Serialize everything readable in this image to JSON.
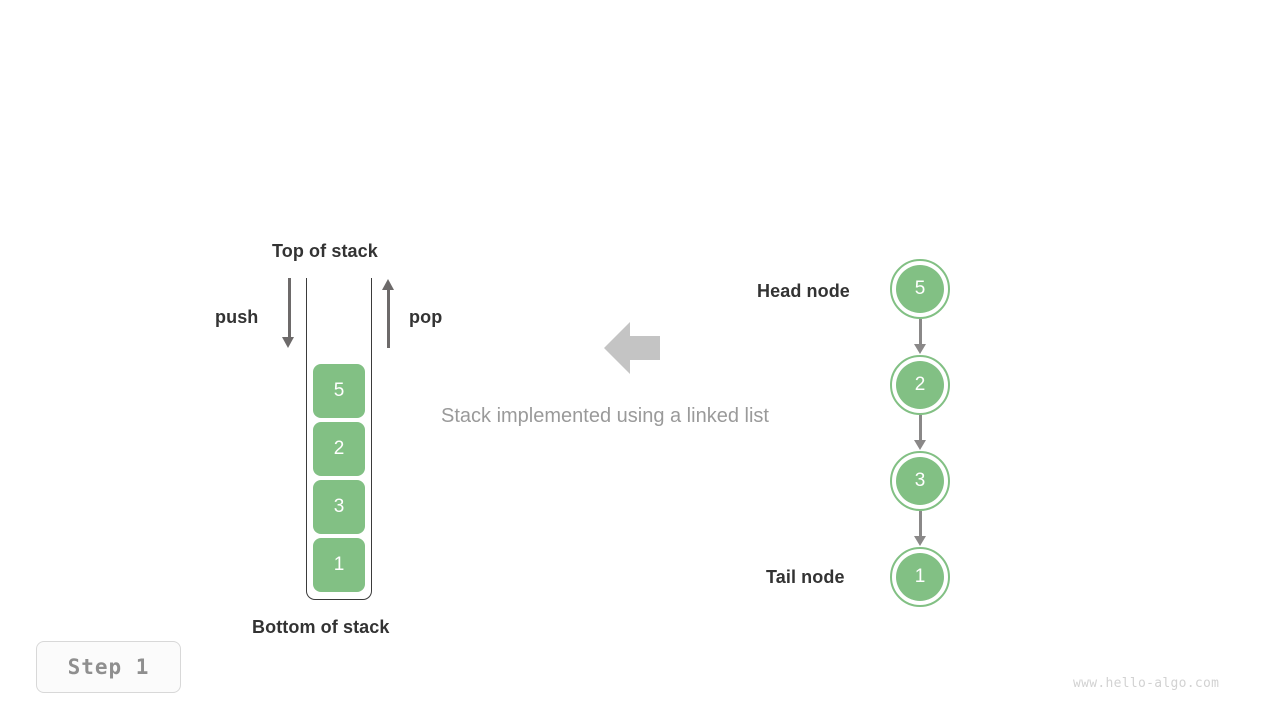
{
  "colors": {
    "node_green": "#82c084",
    "arrow_gray": "#6d6a6a",
    "link_gray": "#8a8888",
    "middle_arrow_gray": "#c4c4c4",
    "text_dark": "#333333",
    "text_muted": "#9a9a9a",
    "badge_border": "#d8d8d8",
    "watermark": "#d2d2d2",
    "container_border": "#3b3b3b"
  },
  "stack": {
    "top_label": "Top of stack",
    "bottom_label": "Bottom of stack",
    "push_label": "push",
    "pop_label": "pop",
    "cells": [
      {
        "value": "5"
      },
      {
        "value": "2"
      },
      {
        "value": "3"
      },
      {
        "value": "1"
      }
    ]
  },
  "middle": {
    "caption": "Stack implemented using a linked list",
    "arrow_direction": "left"
  },
  "linked_list": {
    "head_label": "Head node",
    "tail_label": "Tail node",
    "nodes": [
      {
        "value": "5"
      },
      {
        "value": "2"
      },
      {
        "value": "3"
      },
      {
        "value": "1"
      }
    ]
  },
  "step_badge": {
    "text": "Step 1"
  },
  "watermark": {
    "text": "www.hello-algo.com"
  }
}
